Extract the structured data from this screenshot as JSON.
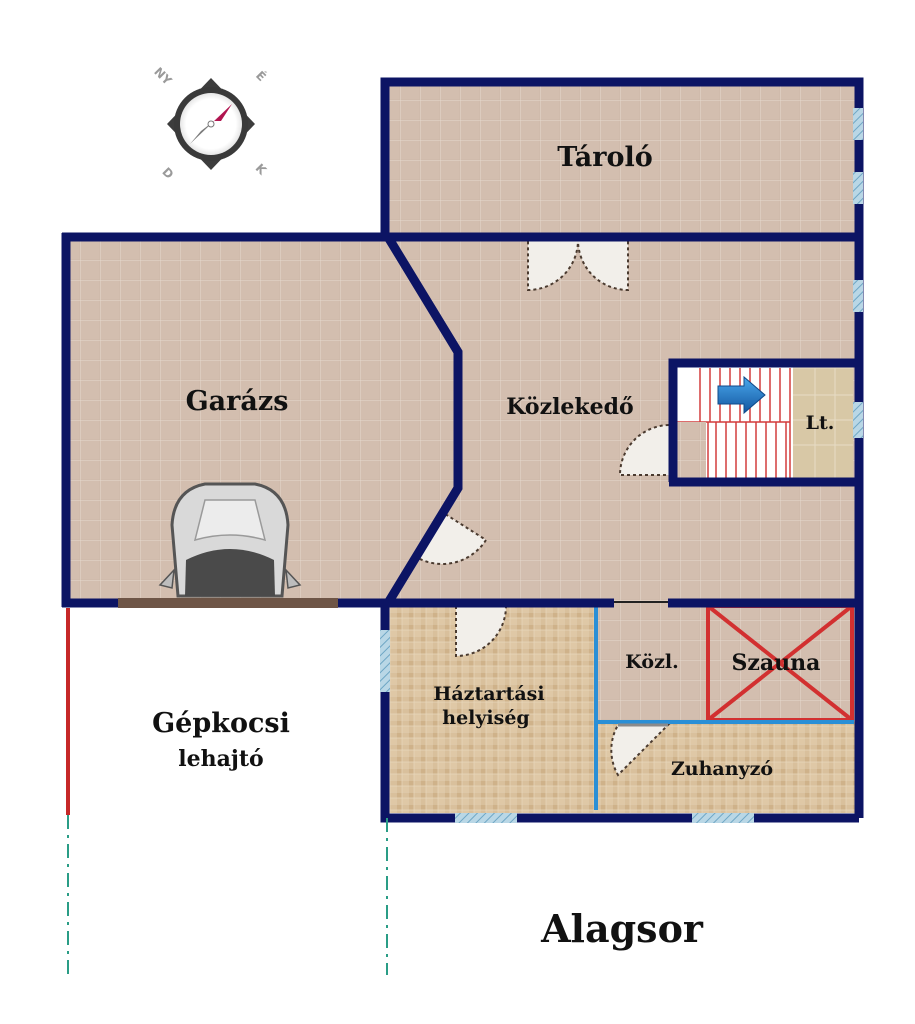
{
  "title": "Alagsor",
  "compass": {
    "north_label": "É",
    "south_label": "D",
    "east_label": "K",
    "west_label": "NY"
  },
  "rooms": {
    "taroló": "Tároló",
    "garazs": "Garázs",
    "kozlekedo": "Közlekedő",
    "lt": "Lt.",
    "haztartasi_line1": "Háztartási",
    "haztartasi_line2": "helyiség",
    "kozl": "Közl.",
    "szauna": "Szauna",
    "zuhanyzo": "Zuhanyzó"
  },
  "driveway": {
    "line1": "Gépkocsi",
    "line2": "lehajtó"
  },
  "colors": {
    "wall": "#0c1464",
    "tile_floor": "#cdb8a9",
    "mosaic_floor": "#d7bd96",
    "partition": "#2a8fd6",
    "sauna_marker": "#d23030",
    "garage_door": "#6e5546",
    "stair_arrow": "#1f7fd0",
    "window": "#9fc7dc",
    "boundary_red": "#c62828",
    "boundary_teal": "#2a9d86"
  }
}
